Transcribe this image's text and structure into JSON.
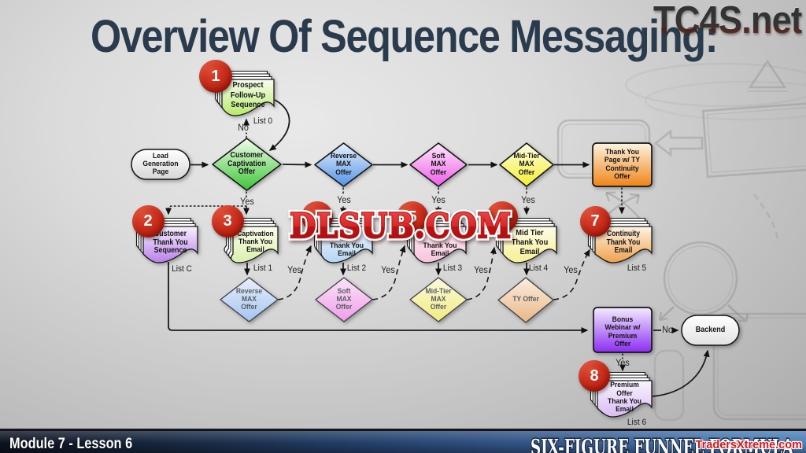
{
  "title": "Overview Of Sequence Messaging:",
  "watermarks": {
    "top_right": "TC4S.net",
    "center": "DLSUB.COM",
    "bottom_right": "TradersXtreme.com"
  },
  "footer": {
    "left": "Module 7 - Lesson 6",
    "right": "SIX-FIGURE FUNNEL FORMULA"
  },
  "colors": {
    "title_text": "#2b3b4e",
    "badge_red": "#c02414",
    "watermark_red": "#c41a1a",
    "footer_blue_left": "#0b0e15",
    "footer_blue_right": "#4d80b8",
    "background_gray": "#c9c9c9"
  },
  "flowchart": {
    "nodes": [
      {
        "id": "lead_gen",
        "type": "stadium",
        "label": "Lead\nGeneration\nPage",
        "fill_top": "#ffffff",
        "fill_bottom": "#d6d6d6"
      },
      {
        "id": "cust_capt",
        "type": "diamond",
        "label": "Customer\nCaptivation\nOffer",
        "fill_top": "#f2fdeb",
        "fill_bottom": "#3cc437"
      },
      {
        "id": "rev_max_up",
        "type": "diamond",
        "label": "Reverse\nMAX\nOffer",
        "fill_top": "#e8f1fb",
        "fill_bottom": "#5493e8"
      },
      {
        "id": "soft_max_up",
        "type": "diamond",
        "label": "Soft\nMAX\nOffer",
        "fill_top": "#fce8fa",
        "fill_bottom": "#ee5fe8"
      },
      {
        "id": "mid_max_up",
        "type": "diamond",
        "label": "Mid-Tier\nMAX\nOffer",
        "fill_top": "#fefde8",
        "fill_bottom": "#f3ee32"
      },
      {
        "id": "ty_page",
        "type": "rect",
        "label": "Thank You\nPage w/ TY\nContinuity\nOffer",
        "fill_top": "#fdf4e0",
        "fill_bottom": "#ef8418"
      },
      {
        "id": "prospect_doc",
        "type": "document",
        "label": "Prospect\nFollow-Up\nSequence",
        "list_label": "List 0",
        "badge": "1",
        "fill_top": "#f9fdf0",
        "fill_bottom": "#b7e96d"
      },
      {
        "id": "cust_ty_seq",
        "type": "document",
        "label": "Customer\nThank You\nSequence",
        "list_label": "List C",
        "badge": "2",
        "fill_top": "#f7f1fc",
        "fill_bottom": "#b87fea"
      },
      {
        "id": "capt_ty_email",
        "type": "document",
        "label": "Captivation\nThank You\nEmail",
        "list_label": "List 1",
        "badge": "3",
        "fill_top": "#fbfdee",
        "fill_bottom": "#d9efac"
      },
      {
        "id": "ty_email_2",
        "type": "document",
        "label": "Thank You\nEmail",
        "list_label": "List 2",
        "badge": "4",
        "fill_top": "#eff6fd",
        "fill_bottom": "#b5d5f3"
      },
      {
        "id": "ty_email_3",
        "type": "document",
        "label": "Thank You\nEmail",
        "list_label": "List 3",
        "badge": "5",
        "fill_top": "#fdf1f7",
        "fill_bottom": "#f7c2dc"
      },
      {
        "id": "mid_ty_email",
        "type": "document",
        "label": "Mid Tier\nThank You\nEmail",
        "list_label": "List 4",
        "badge": "6",
        "fill_top": "#fefce8",
        "fill_bottom": "#f6ef94"
      },
      {
        "id": "cont_ty_email",
        "type": "document",
        "label": "Continuity\nThank You\nEmail",
        "list_label": "List 5",
        "badge": "7",
        "fill_top": "#fdf4e5",
        "fill_bottom": "#f0a04a"
      },
      {
        "id": "rev_max_lo",
        "type": "diamond",
        "label": "Reverse\nMAX\nOffer",
        "muted": true,
        "fill_top": "#e9effa",
        "fill_bottom": "#a3c4ef"
      },
      {
        "id": "soft_max_lo",
        "type": "diamond",
        "label": "Soft\nMAX\nOffer",
        "muted": true,
        "fill_top": "#fbe5f8",
        "fill_bottom": "#f09ce9"
      },
      {
        "id": "mid_max_lo",
        "type": "diamond",
        "label": "Mid-Tier\nMAX\nOffer",
        "muted": true,
        "fill_top": "#fcfadd",
        "fill_bottom": "#f0eb7e"
      },
      {
        "id": "ty_offer",
        "type": "diamond",
        "label": "TY Offer",
        "muted": true,
        "fill_top": "#faeedf",
        "fill_bottom": "#e9b787"
      },
      {
        "id": "bonus_webinar",
        "type": "rect",
        "label": "Bonus\nWebinar w/\nPremium\nOffer",
        "fill_top": "#f3ecfe",
        "fill_bottom": "#8b2df1"
      },
      {
        "id": "backend",
        "type": "stadium",
        "label": "Backend",
        "fill_top": "#ffffff",
        "fill_bottom": "#e2e2e2"
      },
      {
        "id": "premium_doc",
        "type": "document",
        "label": "Premium\nOffer\nThank You\nEmail",
        "list_label": "List 6",
        "badge": "8",
        "fill_top": "#faf5fe",
        "fill_bottom": "#d8bbf4"
      }
    ],
    "connector_labels": [
      {
        "id": "no_followup",
        "text": "No"
      },
      {
        "id": "yes_captivation",
        "text": "Yes"
      },
      {
        "id": "yes_rev",
        "text": "Yes"
      },
      {
        "id": "yes_soft",
        "text": "Yes"
      },
      {
        "id": "yes_mid",
        "text": "Yes"
      },
      {
        "id": "yes_c1",
        "text": "Yes"
      },
      {
        "id": "yes_c2",
        "text": "Yes"
      },
      {
        "id": "yes_c3",
        "text": "Yes"
      },
      {
        "id": "yes_c4",
        "text": "Yes"
      },
      {
        "id": "no_backend",
        "text": "No"
      },
      {
        "id": "yes_premium",
        "text": "Yes"
      }
    ]
  }
}
